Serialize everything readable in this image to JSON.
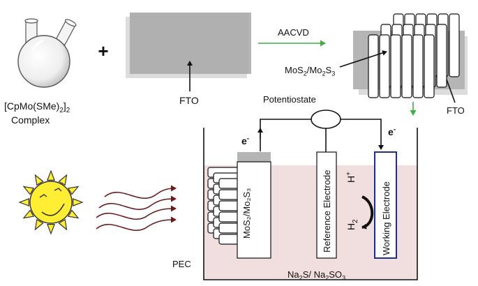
{
  "complex": {
    "formula_prefix": "[CpMo(SMe)",
    "formula_sub": "2",
    "formula_close": "]",
    "formula_sub2": "2",
    "name": "Complex"
  },
  "plus": "+",
  "fto_label": "FTO",
  "process_label": "AACVD",
  "product": {
    "label_a": "MoS",
    "label_a_sub": "2",
    "label_sep": "/Mo",
    "label_b_sub": "2",
    "label_b": "S",
    "label_b_sub2": "3",
    "fto_label": "FTO"
  },
  "cell": {
    "potentiostat": "Potentiostate",
    "electron_left": "e",
    "electron_right": "e",
    "electron_sign": "-",
    "film_label": "MoS₂/Mo₂S₃",
    "reference": "Reference Electrode",
    "working": "Working Electrode",
    "h_plus": "H",
    "h_plus_sup": "+",
    "h2": "H",
    "h2_sub": "2",
    "pec": "PEC",
    "electrolyte_a": "Na",
    "electrolyte_a_sub": "2",
    "electrolyte_a_rest": "S/ Na",
    "electrolyte_b_sub": "2",
    "electrolyte_b_rest": "SO",
    "electrolyte_b_sub2": "3"
  },
  "colors": {
    "arrow_green": "#3cb043",
    "electrolyte": "#f1dede",
    "sun": "#ffee33",
    "light_waves": "#6b1a1a",
    "working_border": "#1f2f8a",
    "substrate_gray": "#b5b5b5"
  }
}
